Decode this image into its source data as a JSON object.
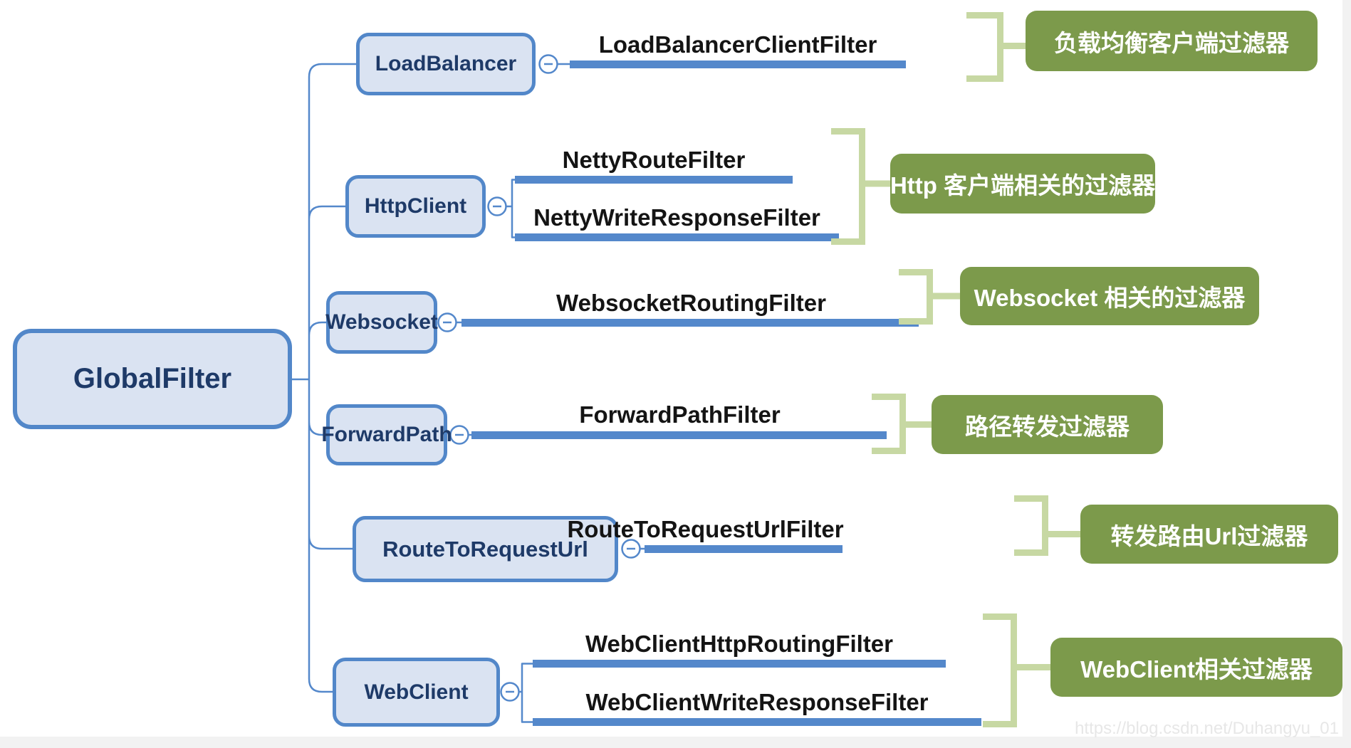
{
  "diagram_type": "mindmap",
  "root": {
    "label": "GlobalFilter"
  },
  "branches": [
    {
      "label": "LoadBalancer",
      "children": [
        "LoadBalancerClientFilter"
      ],
      "note": "负载均衡客户端过滤器"
    },
    {
      "label": "HttpClient",
      "children": [
        "NettyRouteFilter",
        "NettyWriteResponseFilter"
      ],
      "note": "Http 客户端相关的过滤器"
    },
    {
      "label": "Websocket",
      "children": [
        "WebsocketRoutingFilter"
      ],
      "note": "Websocket 相关的过滤器"
    },
    {
      "label": "ForwardPath",
      "children": [
        "ForwardPathFilter"
      ],
      "note": "路径转发过滤器"
    },
    {
      "label": "RouteToRequestUrl",
      "children": [
        "RouteToRequestUrlFilter"
      ],
      "note": "转发路由Url过滤器"
    },
    {
      "label": "WebClient",
      "children": [
        "WebClientHttpRoutingFilter",
        "WebClientWriteResponseFilter"
      ],
      "note": "WebClient相关过滤器"
    }
  ],
  "watermark": "https://blog.csdn.net/Duhangyu_01",
  "colors": {
    "node_border": "#5287c9",
    "node_fill": "#dae3f2",
    "node_text": "#1e3a68",
    "branch_line": "#5488cb",
    "bracket": "#c7d8a3",
    "note_fill": "#7c9a4b",
    "note_text": "#ffffff",
    "child_text": "#141414",
    "watermark_text": "#e7e7e7"
  }
}
